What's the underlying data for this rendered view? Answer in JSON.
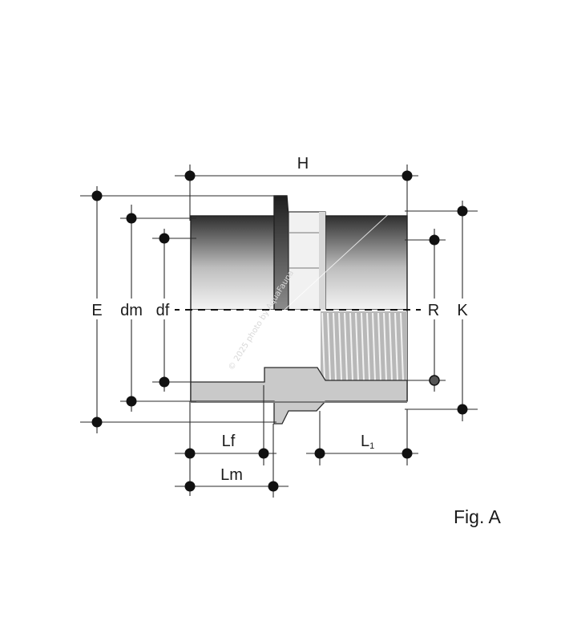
{
  "dimensions": {
    "H": "H",
    "E": "E",
    "dm": "dm",
    "df": "df",
    "R": "R",
    "K": "K",
    "Lf": "Lf",
    "Lm": "Lm",
    "L1_main": "L",
    "L1_sub": "1"
  },
  "figure_label": "Fig. A",
  "watermark": "© 2025 photo by AquaFauna",
  "colors": {
    "dark_gray": "#3c3c3c",
    "light_gray": "#c8c8c8",
    "thread_gray": "#9a9a9a"
  }
}
